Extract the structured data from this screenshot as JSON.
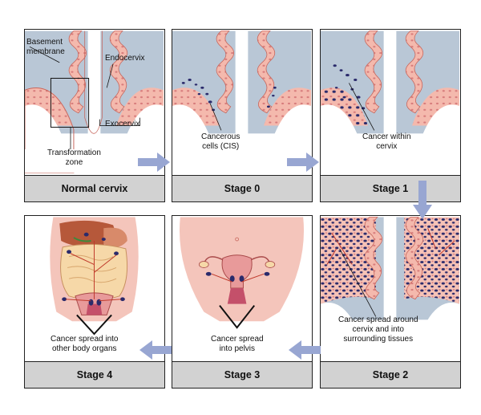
{
  "colors": {
    "tissue": "#f4b9ad",
    "tissue_light": "#fbd9d0",
    "gland_fill": "#b9c7d6",
    "cell_dots": "#e28a8a",
    "cancer": "#2a2a6b",
    "arrow": "#98a6d2",
    "label_bar": "#d2d2d2",
    "vessel": "#c0392b"
  },
  "panels": {
    "normal": {
      "title": "Normal cervix",
      "annotations": {
        "basement": "Basement\nmembrane",
        "endocervix": "Endocervix",
        "exocervix": "Exocervix",
        "transformation": "Transformation\nzone"
      }
    },
    "stage0": {
      "title": "Stage 0",
      "annotation": "Cancerous\ncells (CIS)"
    },
    "stage1": {
      "title": "Stage 1",
      "annotation": "Cancer within\ncervix"
    },
    "stage2": {
      "title": "Stage 2",
      "annotation": "Cancer spread around\ncervix and into\nsurrounding tissues"
    },
    "stage3": {
      "title": "Stage 3",
      "annotation": "Cancer spread\ninto pelvis"
    },
    "stage4": {
      "title": "Stage 4",
      "annotation": "Cancer spread into\nother body organs"
    }
  }
}
